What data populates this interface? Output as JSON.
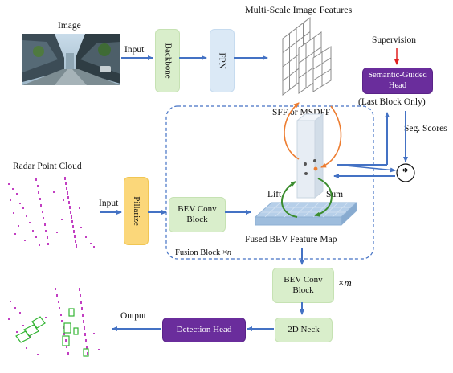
{
  "labels": {
    "image": "Image",
    "input_top": "Input",
    "multi_scale": "Multi-Scale Image Features",
    "supervision": "Supervision",
    "last_block": "(Last Block Only)",
    "sff": "SFF or MSDFF",
    "seg_scores": "Seg. Scores",
    "radar": "Radar Point Cloud",
    "input_radar": "Input",
    "lift": "Lift",
    "sum": "Sum",
    "fused_map": "Fused BEV Feature Map",
    "fusion_block": "Fusion Block ×",
    "fusion_n": "n",
    "times_m": "×",
    "m": "m",
    "output": "Output",
    "hadamard": "*"
  },
  "boxes": {
    "backbone": "Backbone",
    "fpn": "FPN",
    "seg_head": "Semantic-Guided Head",
    "pillarize": "Pillarize",
    "bev_conv_1": "BEV Conv Block",
    "bev_conv_2": "BEV Conv Block",
    "neck": "2D Neck",
    "detection": "Detection Head"
  },
  "colors": {
    "arrow": "#4472c4",
    "orange": "#ed7d31",
    "green_arrow": "#3c8d2f",
    "supervision_arrow": "#e02020",
    "radar_points": "#c23fc2",
    "detection_boxes": "#32b432"
  }
}
